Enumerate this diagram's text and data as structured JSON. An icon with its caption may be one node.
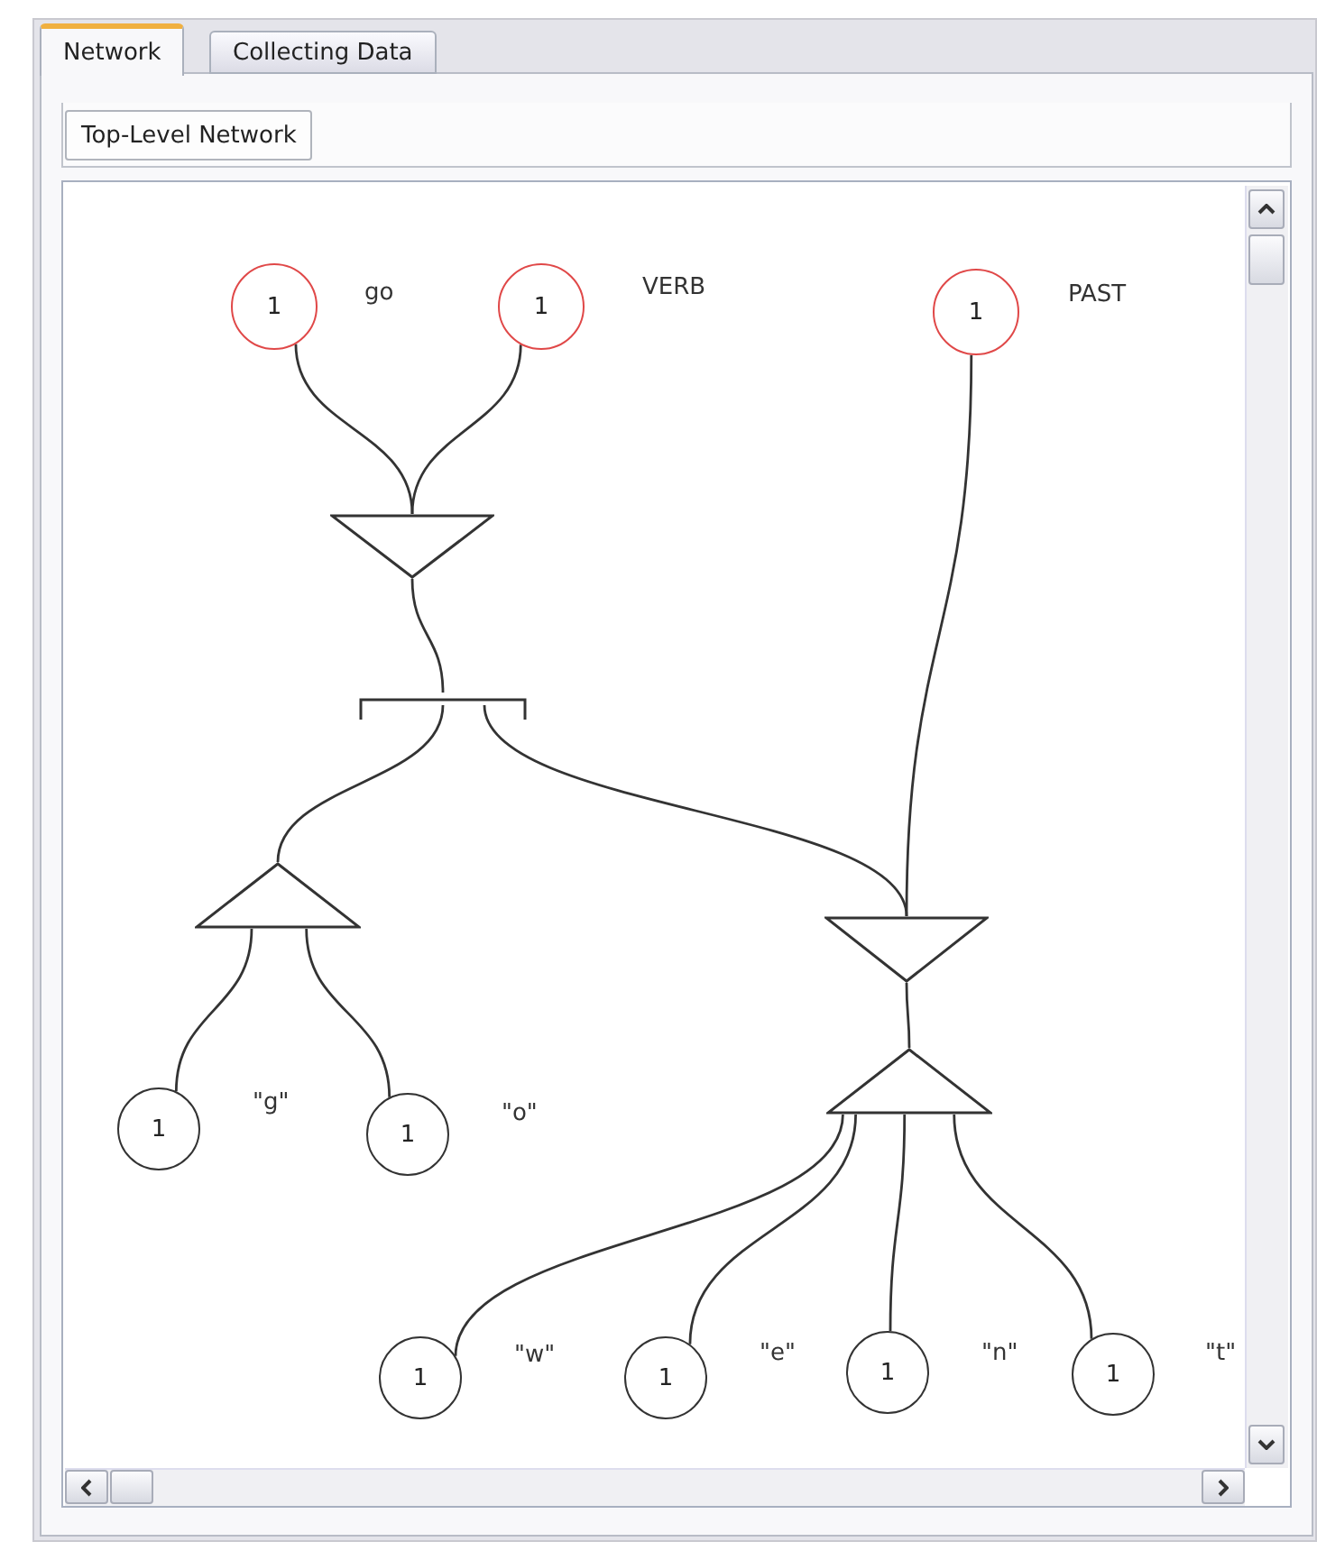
{
  "diagram": {
    "nodes": [
      {
        "text": [
          "1"
        ],
        "beside": [
          "go"
        ]
      },
      {
        "text": [
          "1"
        ],
        "beside": [
          "VERB"
        ]
      },
      {
        "text": [
          "1"
        ],
        "beside": [
          "PAST"
        ]
      },
      {
        "text": [],
        "shape": "triangle"
      },
      {
        "text": [],
        "shape": "bracket"
      },
      {
        "text": [],
        "shape": "triangle"
      },
      {
        "text": [],
        "shape": "triangle"
      },
      {
        "text": [],
        "shape": "triangle"
      },
      {
        "text": [
          "1"
        ],
        "beside": [
          "\"g\""
        ]
      },
      {
        "text": [
          "1"
        ],
        "beside": [
          "\"o\""
        ]
      },
      {
        "text": [
          "1"
        ],
        "beside": [
          "\"w\""
        ]
      },
      {
        "text": [
          "1"
        ],
        "beside": [
          "\"e\""
        ]
      },
      {
        "text": [
          "1"
        ],
        "beside": [
          "\"n\""
        ]
      },
      {
        "text": [
          "1"
        ],
        "beside": [
          "\"t\""
        ]
      }
    ],
    "edges": [
      {
        "from": 0,
        "to": 3,
        "arrow": "none"
      },
      {
        "from": 1,
        "to": 3,
        "arrow": "none"
      },
      {
        "from": 3,
        "to": 4,
        "arrow": "none"
      },
      {
        "from": 4,
        "to": 5,
        "arrow": "none"
      },
      {
        "from": 4,
        "to": 6,
        "arrow": "none"
      },
      {
        "from": 2,
        "to": 6,
        "arrow": "none"
      },
      {
        "from": 6,
        "to": 7,
        "arrow": "none"
      },
      {
        "from": 5,
        "to": 8,
        "arrow": "none"
      },
      {
        "from": 5,
        "to": 9,
        "arrow": "none"
      },
      {
        "from": 7,
        "to": 10,
        "arrow": "none"
      },
      {
        "from": 7,
        "to": 11,
        "arrow": "none"
      },
      {
        "from": 7,
        "to": 12,
        "arrow": "none"
      },
      {
        "from": 7,
        "to": 13,
        "arrow": "none"
      }
    ],
    "labels": [
      "Network",
      "Collecting Data",
      "Top-Level Network"
    ]
  }
}
